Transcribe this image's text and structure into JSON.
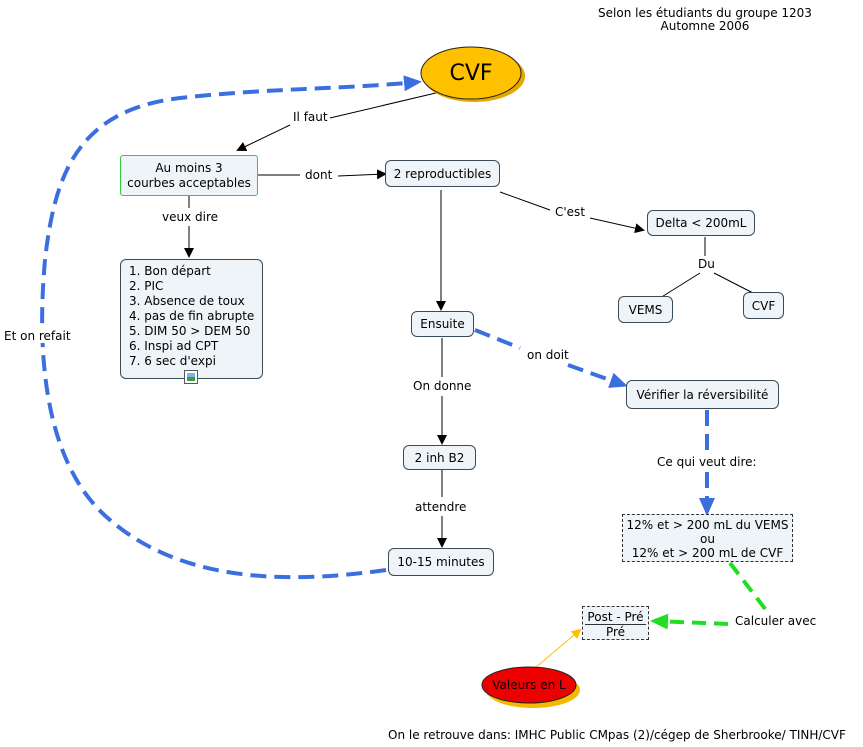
{
  "header": {
    "line1": "Selon les étudiants du groupe 1203",
    "line2": "Automne 2006"
  },
  "footer": "On le retrouve dans: IMHC Public CMpas (2)/cégep de Sherbrooke/ TINH/CVF",
  "nodes": {
    "cvf_main": "CVF",
    "courbes_line1": "Au moins 3",
    "courbes_line2": "courbes acceptables",
    "reproductibles": "2 reproductibles",
    "delta": "Delta < 200mL",
    "vems": "VEMS",
    "cvf_small": "CVF",
    "ensuite": "Ensuite",
    "reversibilite": "Vérifier la réversibilité",
    "inh": "2 inh B2",
    "minutes": "10-15 minutes",
    "pct_line1": "12% et > 200 mL du VEMS",
    "pct_line2": "ou",
    "pct_line3": "12% et > 200 mL de CVF",
    "postpre_line1": "Post - Pré",
    "postpre_line2": "Pré",
    "valeurs": "Valeurs en L"
  },
  "criteria": [
    "1. Bon départ",
    "2. PIC",
    "3. Absence de toux",
    "4. pas de fin abrupte",
    "5. DIM 50 > DEM 50",
    "6. Inspi ad CPT",
    "7. 6 sec d'expi"
  ],
  "labels": {
    "il_faut": "Il faut",
    "dont": "dont",
    "veux_dire": "veux dire",
    "cest": "C'est",
    "du": "Du",
    "on_doit": "on doit",
    "on_donne": "On donne",
    "attendre": "attendre",
    "ce_qui_veut_dire": "Ce qui veut dire:",
    "calculer_avec": "Calculer avec",
    "et_on_refait": "Et on refait"
  },
  "colors": {
    "cvf_fill": "#ffc000",
    "valeurs_fill": "#ee0000",
    "blue_dash": "#3b6fe0",
    "green_dash": "#22dd22",
    "yellow_arrow": "#ffc000"
  }
}
